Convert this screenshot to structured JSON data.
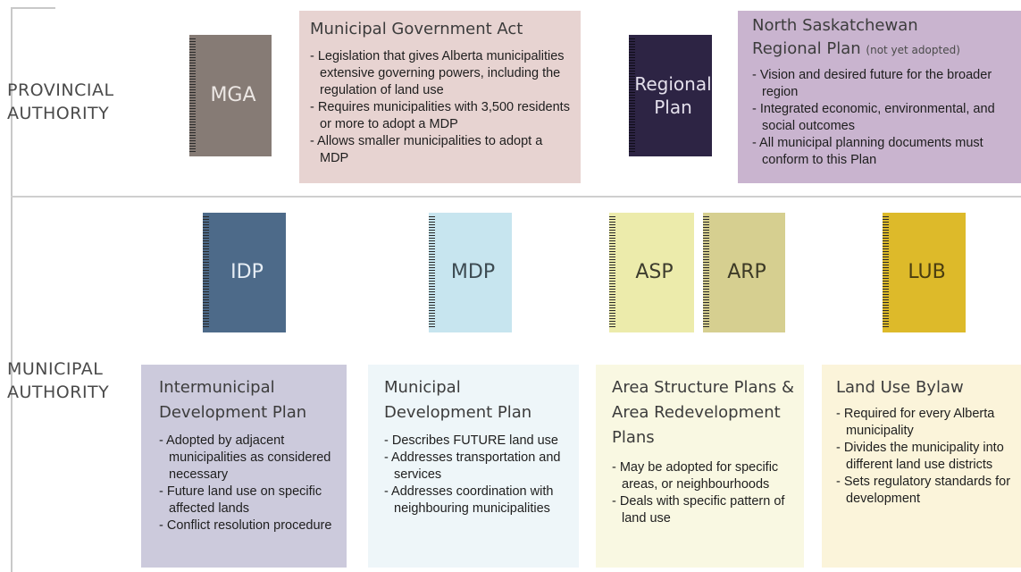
{
  "authorities": {
    "provincial": [
      "PROVINCIAL",
      "AUTHORITY"
    ],
    "municipal": [
      "MUNICIPAL",
      "AUTHORITY"
    ]
  },
  "books": {
    "mga": {
      "label": "MGA",
      "color": "#867b75"
    },
    "regional": {
      "label_lines": [
        "Regional",
        "Plan"
      ],
      "color": "#2d2444"
    },
    "idp": {
      "label": "IDP",
      "color": "#4d6a89"
    },
    "mdp": {
      "label": "MDP",
      "color": "#c7e5ef"
    },
    "asp": {
      "label": "ASP",
      "color": "#ecebab"
    },
    "arp": {
      "label": "ARP",
      "color": "#d6cf90"
    },
    "lub": {
      "label": "LUB",
      "color": "#ddba2a"
    }
  },
  "boxes": {
    "mga_act": {
      "title": "Municipal Government Act",
      "color": "#e7d3d1",
      "bullets": [
        "- Legislation that gives Alberta municipalities extensive governing powers, including the regulation of land use",
        "- Requires municipalities with 3,500 residents or more to adopt a MDP",
        "- Allows smaller municipalities to adopt a MDP"
      ]
    },
    "regional_plan": {
      "title_line1": "North Saskatchewan",
      "title_line2": "Regional Plan",
      "subtitle": "(not yet adopted)",
      "color": "#c9b4cf",
      "bullets": [
        "- Vision and desired future for the broader region",
        "- Integrated economic, environmental, and social outcomes",
        "- All municipal planning documents must conform to  this Plan"
      ]
    },
    "idp": {
      "title": "Intermunicipal Development Plan",
      "color": "#cccadc",
      "bullets": [
        "- Adopted by adjacent municipalities as considered necessary",
        "- Future land use on specific affected lands",
        "- Conflict resolution procedure"
      ]
    },
    "mdp": {
      "title": "Municipal Development Plan",
      "color": "#eef6f9",
      "bullets": [
        "- Describes FUTURE land use",
        "- Addresses transportation and services",
        "- Addresses coordination with neighbouring municipalities"
      ]
    },
    "asp_arp": {
      "title": "Area Structure Plans & Area Redevelopment Plans",
      "color": "#f9f8e2",
      "bullets": [
        "- May be adopted for specific areas, or neighbourhoods",
        "- Deals with specific pattern of land use"
      ]
    },
    "lub": {
      "title": "Land Use Bylaw",
      "color": "#fbf4da",
      "bullets": [
        "- Required for every Alberta municipality",
        "- Divides the municipality into different land use districts",
        "- Sets regulatory standards for development"
      ]
    }
  }
}
